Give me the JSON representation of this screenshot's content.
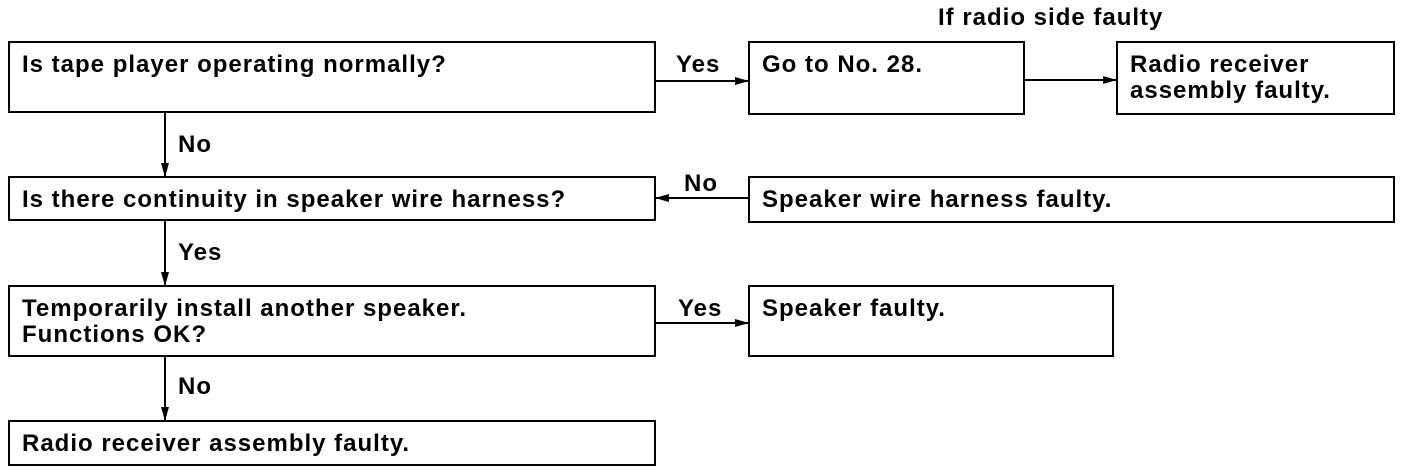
{
  "colors": {
    "ink": "#000000",
    "background": "#ffffff"
  },
  "flowchart": {
    "q1": "Is tape player operating normally?",
    "q2": "Is there continuity in speaker wire harness?",
    "q3": "Temporarily install another speaker.\nFunctions OK?",
    "end": "Radio receiver assembly faulty.",
    "r1": "Go to No. 28.",
    "r1b": "Radio receiver\nassembly faulty.",
    "r2": "Speaker wire harness faulty.",
    "r3": "Speaker faulty.",
    "note_radio_side": "If radio side faulty",
    "yes": "Yes",
    "no": "No"
  }
}
